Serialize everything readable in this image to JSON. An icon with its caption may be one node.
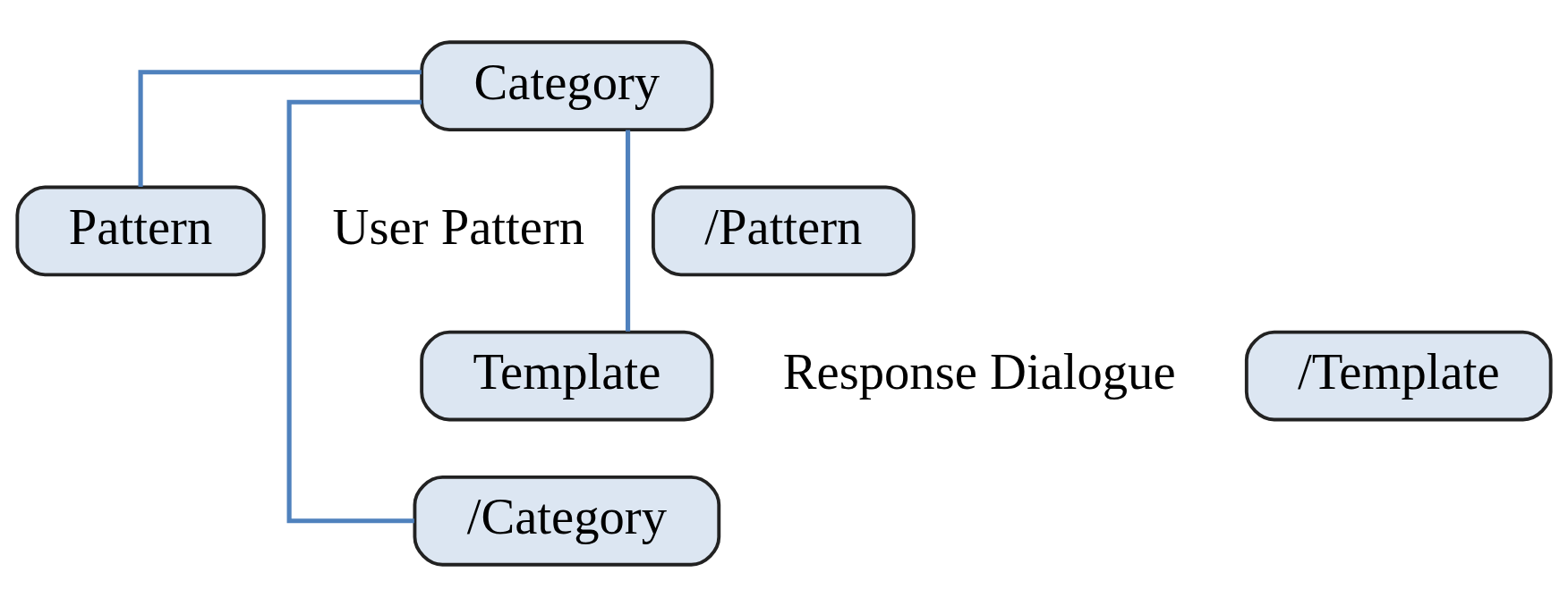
{
  "diagram": {
    "nodes": [
      {
        "text": [
          "Category"
        ]
      },
      {
        "text": [
          "Pattern"
        ]
      },
      {
        "text": [
          "/Pattern"
        ]
      },
      {
        "text": [
          "Template"
        ]
      },
      {
        "text": [
          "/Template"
        ]
      },
      {
        "text": [
          "/Category"
        ]
      }
    ],
    "edges": [
      {
        "from": 0,
        "to": 1,
        "arrow": "none",
        "color": "#4f81bd"
      },
      {
        "from": 0,
        "to": 3,
        "arrow": "none",
        "color": "#4f81bd"
      },
      {
        "from": 0,
        "to": 5,
        "arrow": "none",
        "color": "#4f81bd"
      }
    ],
    "labels": [
      "User Pattern",
      "Response Dialogue"
    ]
  }
}
